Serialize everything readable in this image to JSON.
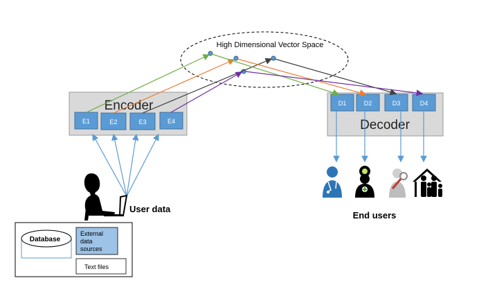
{
  "vector_space": {
    "label": "High Dimensional Vector Space"
  },
  "encoder": {
    "title": "Encoder",
    "cells": [
      "E1",
      "E2",
      "E3",
      "E4"
    ]
  },
  "decoder": {
    "title": "Decoder",
    "cells": [
      "D1",
      "D2",
      "D3",
      "D4"
    ]
  },
  "user_data": {
    "label": "User data"
  },
  "end_users": {
    "label": "End users",
    "icons": [
      "doctor-icon",
      "nurse-icon",
      "researcher-icon",
      "family-home-icon"
    ]
  },
  "sources": {
    "database": "Database",
    "external": "External data sources",
    "external_lines": [
      "External",
      "data",
      "sources"
    ],
    "text_files": "Text files"
  },
  "colors": {
    "box_fill": "#d9d9d9",
    "box_border": "#9a9a9a",
    "cell_fill": "#5b9bd5",
    "cell_border": "#41719c",
    "cell_text": "#ffffff",
    "green": "#70ad47",
    "orange": "#ed7d31",
    "dark": "#404040",
    "purple": "#7030a0",
    "arrow_blue": "#5b9bd5",
    "icon_blue": "#2e75b6"
  }
}
